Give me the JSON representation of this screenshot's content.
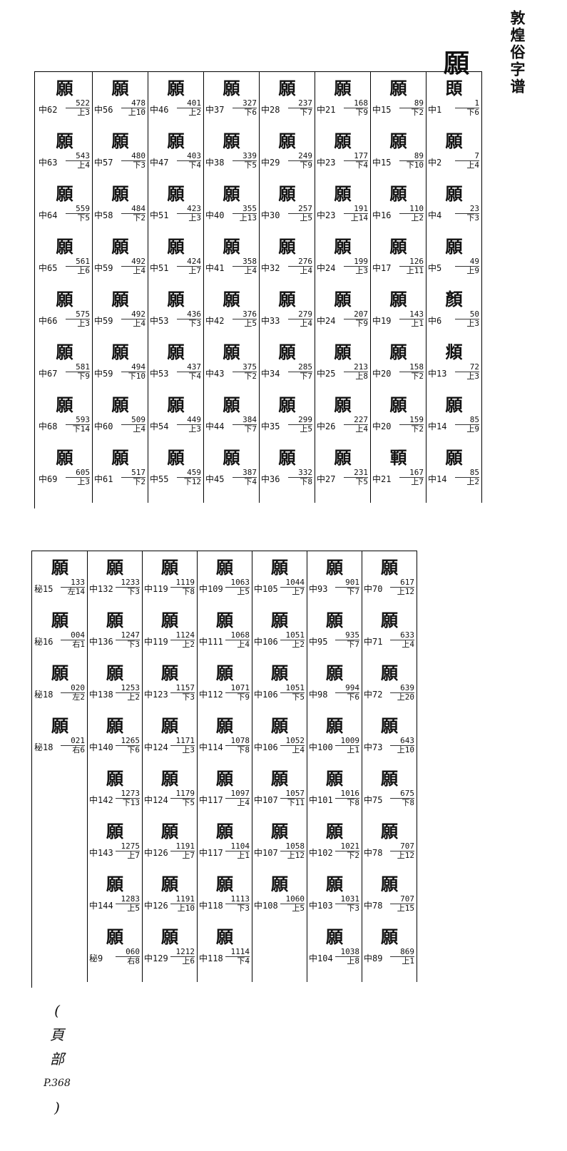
{
  "book_title": "敦煌俗字谱",
  "head_character": "願",
  "margin_note": [
    "(",
    "頁",
    "部",
    "P.368",
    ")"
  ],
  "top_table": [
    [
      {
        "glyph": "䫀",
        "ref": "中1",
        "loc": "1",
        "pos": "下6"
      },
      {
        "glyph": "願",
        "ref": "中2",
        "loc": "7",
        "pos": "上4"
      },
      {
        "glyph": "願",
        "ref": "中4",
        "loc": "23",
        "pos": "下3"
      },
      {
        "glyph": "願",
        "ref": "中5",
        "loc": "49",
        "pos": "上9"
      },
      {
        "glyph": "顏",
        "ref": "中6",
        "loc": "50",
        "pos": "上3"
      },
      {
        "glyph": "頫",
        "ref": "中13",
        "loc": "72",
        "pos": "上3"
      },
      {
        "glyph": "願",
        "ref": "中14",
        "loc": "85",
        "pos": "上9"
      },
      {
        "glyph": "願",
        "ref": "中14",
        "loc": "85",
        "pos": "上2"
      }
    ],
    [
      {
        "glyph": "願",
        "ref": "中15",
        "loc": "89",
        "pos": "下2"
      },
      {
        "glyph": "願",
        "ref": "中15",
        "loc": "89",
        "pos": "下10"
      },
      {
        "glyph": "願",
        "ref": "中16",
        "loc": "110",
        "pos": "上2"
      },
      {
        "glyph": "願",
        "ref": "中17",
        "loc": "126",
        "pos": "上11"
      },
      {
        "glyph": "願",
        "ref": "中19",
        "loc": "143",
        "pos": "上1"
      },
      {
        "glyph": "願",
        "ref": "中20",
        "loc": "158",
        "pos": "下2"
      },
      {
        "glyph": "願",
        "ref": "中20",
        "loc": "159",
        "pos": "下2"
      },
      {
        "glyph": "顐",
        "ref": "中21",
        "loc": "167",
        "pos": "上7"
      }
    ],
    [
      {
        "glyph": "願",
        "ref": "中21",
        "loc": "168",
        "pos": "下9"
      },
      {
        "glyph": "願",
        "ref": "中23",
        "loc": "177",
        "pos": "下4"
      },
      {
        "glyph": "願",
        "ref": "中23",
        "loc": "191",
        "pos": "上14"
      },
      {
        "glyph": "願",
        "ref": "中24",
        "loc": "199",
        "pos": "上3"
      },
      {
        "glyph": "願",
        "ref": "中24",
        "loc": "207",
        "pos": "下9"
      },
      {
        "glyph": "願",
        "ref": "中25",
        "loc": "213",
        "pos": "上8"
      },
      {
        "glyph": "願",
        "ref": "中26",
        "loc": "227",
        "pos": "上4"
      },
      {
        "glyph": "願",
        "ref": "中27",
        "loc": "231",
        "pos": "下5"
      }
    ],
    [
      {
        "glyph": "願",
        "ref": "中28",
        "loc": "237",
        "pos": "下7"
      },
      {
        "glyph": "願",
        "ref": "中29",
        "loc": "249",
        "pos": "下9"
      },
      {
        "glyph": "願",
        "ref": "中30",
        "loc": "257",
        "pos": "上5"
      },
      {
        "glyph": "願",
        "ref": "中32",
        "loc": "276",
        "pos": "上4"
      },
      {
        "glyph": "願",
        "ref": "中33",
        "loc": "279",
        "pos": "上4"
      },
      {
        "glyph": "願",
        "ref": "中34",
        "loc": "285",
        "pos": "下7"
      },
      {
        "glyph": "願",
        "ref": "中35",
        "loc": "299",
        "pos": "上5"
      },
      {
        "glyph": "願",
        "ref": "中36",
        "loc": "332",
        "pos": "下8"
      }
    ],
    [
      {
        "glyph": "願",
        "ref": "中37",
        "loc": "327",
        "pos": "下6"
      },
      {
        "glyph": "願",
        "ref": "中38",
        "loc": "339",
        "pos": "下5"
      },
      {
        "glyph": "願",
        "ref": "中40",
        "loc": "355",
        "pos": "上13"
      },
      {
        "glyph": "願",
        "ref": "中41",
        "loc": "358",
        "pos": "上4"
      },
      {
        "glyph": "願",
        "ref": "中42",
        "loc": "376",
        "pos": "上5"
      },
      {
        "glyph": "願",
        "ref": "中43",
        "loc": "375",
        "pos": "下2"
      },
      {
        "glyph": "願",
        "ref": "中44",
        "loc": "384",
        "pos": "下7"
      },
      {
        "glyph": "願",
        "ref": "中45",
        "loc": "387",
        "pos": "下4"
      }
    ],
    [
      {
        "glyph": "願",
        "ref": "中46",
        "loc": "401",
        "pos": "上2"
      },
      {
        "glyph": "願",
        "ref": "中47",
        "loc": "403",
        "pos": "下4"
      },
      {
        "glyph": "願",
        "ref": "中51",
        "loc": "423",
        "pos": "上3"
      },
      {
        "glyph": "願",
        "ref": "中51",
        "loc": "424",
        "pos": "上7"
      },
      {
        "glyph": "願",
        "ref": "中53",
        "loc": "436",
        "pos": "下3"
      },
      {
        "glyph": "願",
        "ref": "中53",
        "loc": "437",
        "pos": "下4"
      },
      {
        "glyph": "願",
        "ref": "中54",
        "loc": "449",
        "pos": "上3"
      },
      {
        "glyph": "願",
        "ref": "中55",
        "loc": "459",
        "pos": "下12"
      }
    ],
    [
      {
        "glyph": "願",
        "ref": "中56",
        "loc": "478",
        "pos": "上10"
      },
      {
        "glyph": "願",
        "ref": "中57",
        "loc": "480",
        "pos": "下3"
      },
      {
        "glyph": "願",
        "ref": "中58",
        "loc": "484",
        "pos": "下2"
      },
      {
        "glyph": "願",
        "ref": "中59",
        "loc": "492",
        "pos": "上4"
      },
      {
        "glyph": "願",
        "ref": "中59",
        "loc": "492",
        "pos": "上4"
      },
      {
        "glyph": "願",
        "ref": "中59",
        "loc": "494",
        "pos": "下10"
      },
      {
        "glyph": "願",
        "ref": "中60",
        "loc": "509",
        "pos": "上4"
      },
      {
        "glyph": "願",
        "ref": "中61",
        "loc": "517",
        "pos": "下2"
      }
    ],
    [
      {
        "glyph": "願",
        "ref": "中62",
        "loc": "522",
        "pos": "上3"
      },
      {
        "glyph": "願",
        "ref": "中63",
        "loc": "543",
        "pos": "上4"
      },
      {
        "glyph": "願",
        "ref": "中64",
        "loc": "559",
        "pos": "下5"
      },
      {
        "glyph": "願",
        "ref": "中65",
        "loc": "561",
        "pos": "上6"
      },
      {
        "glyph": "願",
        "ref": "中66",
        "loc": "575",
        "pos": "上3"
      },
      {
        "glyph": "願",
        "ref": "中67",
        "loc": "581",
        "pos": "下9"
      },
      {
        "glyph": "願",
        "ref": "中68",
        "loc": "593",
        "pos": "下14"
      },
      {
        "glyph": "願",
        "ref": "中69",
        "loc": "605",
        "pos": "上3"
      }
    ]
  ],
  "bottom_table": [
    [
      {
        "glyph": "願",
        "ref": "中70",
        "loc": "617",
        "pos": "上12"
      },
      {
        "glyph": "願",
        "ref": "中71",
        "loc": "633",
        "pos": "上4"
      },
      {
        "glyph": "願",
        "ref": "中72",
        "loc": "639",
        "pos": "上20"
      },
      {
        "glyph": "願",
        "ref": "中73",
        "loc": "643",
        "pos": "上10"
      },
      {
        "glyph": "願",
        "ref": "中75",
        "loc": "675",
        "pos": "下8"
      },
      {
        "glyph": "願",
        "ref": "中78",
        "loc": "707",
        "pos": "上12"
      },
      {
        "glyph": "願",
        "ref": "中78",
        "loc": "707",
        "pos": "上15"
      },
      {
        "glyph": "願",
        "ref": "中89",
        "loc": "869",
        "pos": "上1"
      }
    ],
    [
      {
        "glyph": "願",
        "ref": "中93",
        "loc": "901",
        "pos": "下7"
      },
      {
        "glyph": "願",
        "ref": "中95",
        "loc": "935",
        "pos": "下7"
      },
      {
        "glyph": "願",
        "ref": "中98",
        "loc": "994",
        "pos": "下6"
      },
      {
        "glyph": "願",
        "ref": "中100",
        "loc": "1009",
        "pos": "上1"
      },
      {
        "glyph": "願",
        "ref": "中101",
        "loc": "1016",
        "pos": "下8"
      },
      {
        "glyph": "願",
        "ref": "中102",
        "loc": "1021",
        "pos": "下2"
      },
      {
        "glyph": "願",
        "ref": "中103",
        "loc": "1031",
        "pos": "下3"
      },
      {
        "glyph": "願",
        "ref": "中104",
        "loc": "1038",
        "pos": "上8"
      }
    ],
    [
      {
        "glyph": "願",
        "ref": "中105",
        "loc": "1044",
        "pos": "上7"
      },
      {
        "glyph": "願",
        "ref": "中106",
        "loc": "1051",
        "pos": "上2"
      },
      {
        "glyph": "願",
        "ref": "中106",
        "loc": "1051",
        "pos": "下5"
      },
      {
        "glyph": "願",
        "ref": "中106",
        "loc": "1052",
        "pos": "上4"
      },
      {
        "glyph": "願",
        "ref": "中107",
        "loc": "1057",
        "pos": "下11"
      },
      {
        "glyph": "願",
        "ref": "中107",
        "loc": "1058",
        "pos": "上12"
      },
      {
        "glyph": "願",
        "ref": "中108",
        "loc": "1060",
        "pos": "上5"
      }
    ],
    [
      {
        "glyph": "願",
        "ref": "中109",
        "loc": "1063",
        "pos": "上5"
      },
      {
        "glyph": "願",
        "ref": "中111",
        "loc": "1068",
        "pos": "上4"
      },
      {
        "glyph": "願",
        "ref": "中112",
        "loc": "1071",
        "pos": "下9"
      },
      {
        "glyph": "願",
        "ref": "中114",
        "loc": "1078",
        "pos": "下8"
      },
      {
        "glyph": "願",
        "ref": "中117",
        "loc": "1097",
        "pos": "上4"
      },
      {
        "glyph": "願",
        "ref": "中117",
        "loc": "1104",
        "pos": "上1"
      },
      {
        "glyph": "願",
        "ref": "中118",
        "loc": "1113",
        "pos": "下3"
      },
      {
        "glyph": "願",
        "ref": "中118",
        "loc": "1114",
        "pos": "下4"
      }
    ],
    [
      {
        "glyph": "願",
        "ref": "中119",
        "loc": "1119",
        "pos": "下8"
      },
      {
        "glyph": "願",
        "ref": "中119",
        "loc": "1124",
        "pos": "上2"
      },
      {
        "glyph": "願",
        "ref": "中123",
        "loc": "1157",
        "pos": "下3"
      },
      {
        "glyph": "願",
        "ref": "中124",
        "loc": "1171",
        "pos": "上3"
      },
      {
        "glyph": "願",
        "ref": "中124",
        "loc": "1179",
        "pos": "下5"
      },
      {
        "glyph": "願",
        "ref": "中126",
        "loc": "1191",
        "pos": "上7"
      },
      {
        "glyph": "願",
        "ref": "中126",
        "loc": "1191",
        "pos": "上10"
      },
      {
        "glyph": "願",
        "ref": "中129",
        "loc": "1212",
        "pos": "上6"
      }
    ],
    [
      {
        "glyph": "願",
        "ref": "中132",
        "loc": "1233",
        "pos": "下3"
      },
      {
        "glyph": "願",
        "ref": "中136",
        "loc": "1247",
        "pos": "下3"
      },
      {
        "glyph": "願",
        "ref": "中138",
        "loc": "1253",
        "pos": "上2"
      },
      {
        "glyph": "願",
        "ref": "中140",
        "loc": "1265",
        "pos": "下6"
      },
      {
        "glyph": "願",
        "ref": "中142",
        "loc": "1273",
        "pos": "下13"
      },
      {
        "glyph": "願",
        "ref": "中143",
        "loc": "1275",
        "pos": "上7"
      },
      {
        "glyph": "願",
        "ref": "中144",
        "loc": "1283",
        "pos": "上5"
      },
      {
        "glyph": "願",
        "ref": "秘9",
        "loc": "060",
        "pos": "右8"
      }
    ],
    [
      {
        "glyph": "願",
        "ref": "秘15",
        "loc": "133",
        "pos": "左14"
      },
      {
        "glyph": "願",
        "ref": "秘16",
        "loc": "004",
        "pos": "右1"
      },
      {
        "glyph": "願",
        "ref": "秘18",
        "loc": "020",
        "pos": "左2"
      },
      {
        "glyph": "願",
        "ref": "秘18",
        "loc": "021",
        "pos": "右6"
      }
    ]
  ]
}
